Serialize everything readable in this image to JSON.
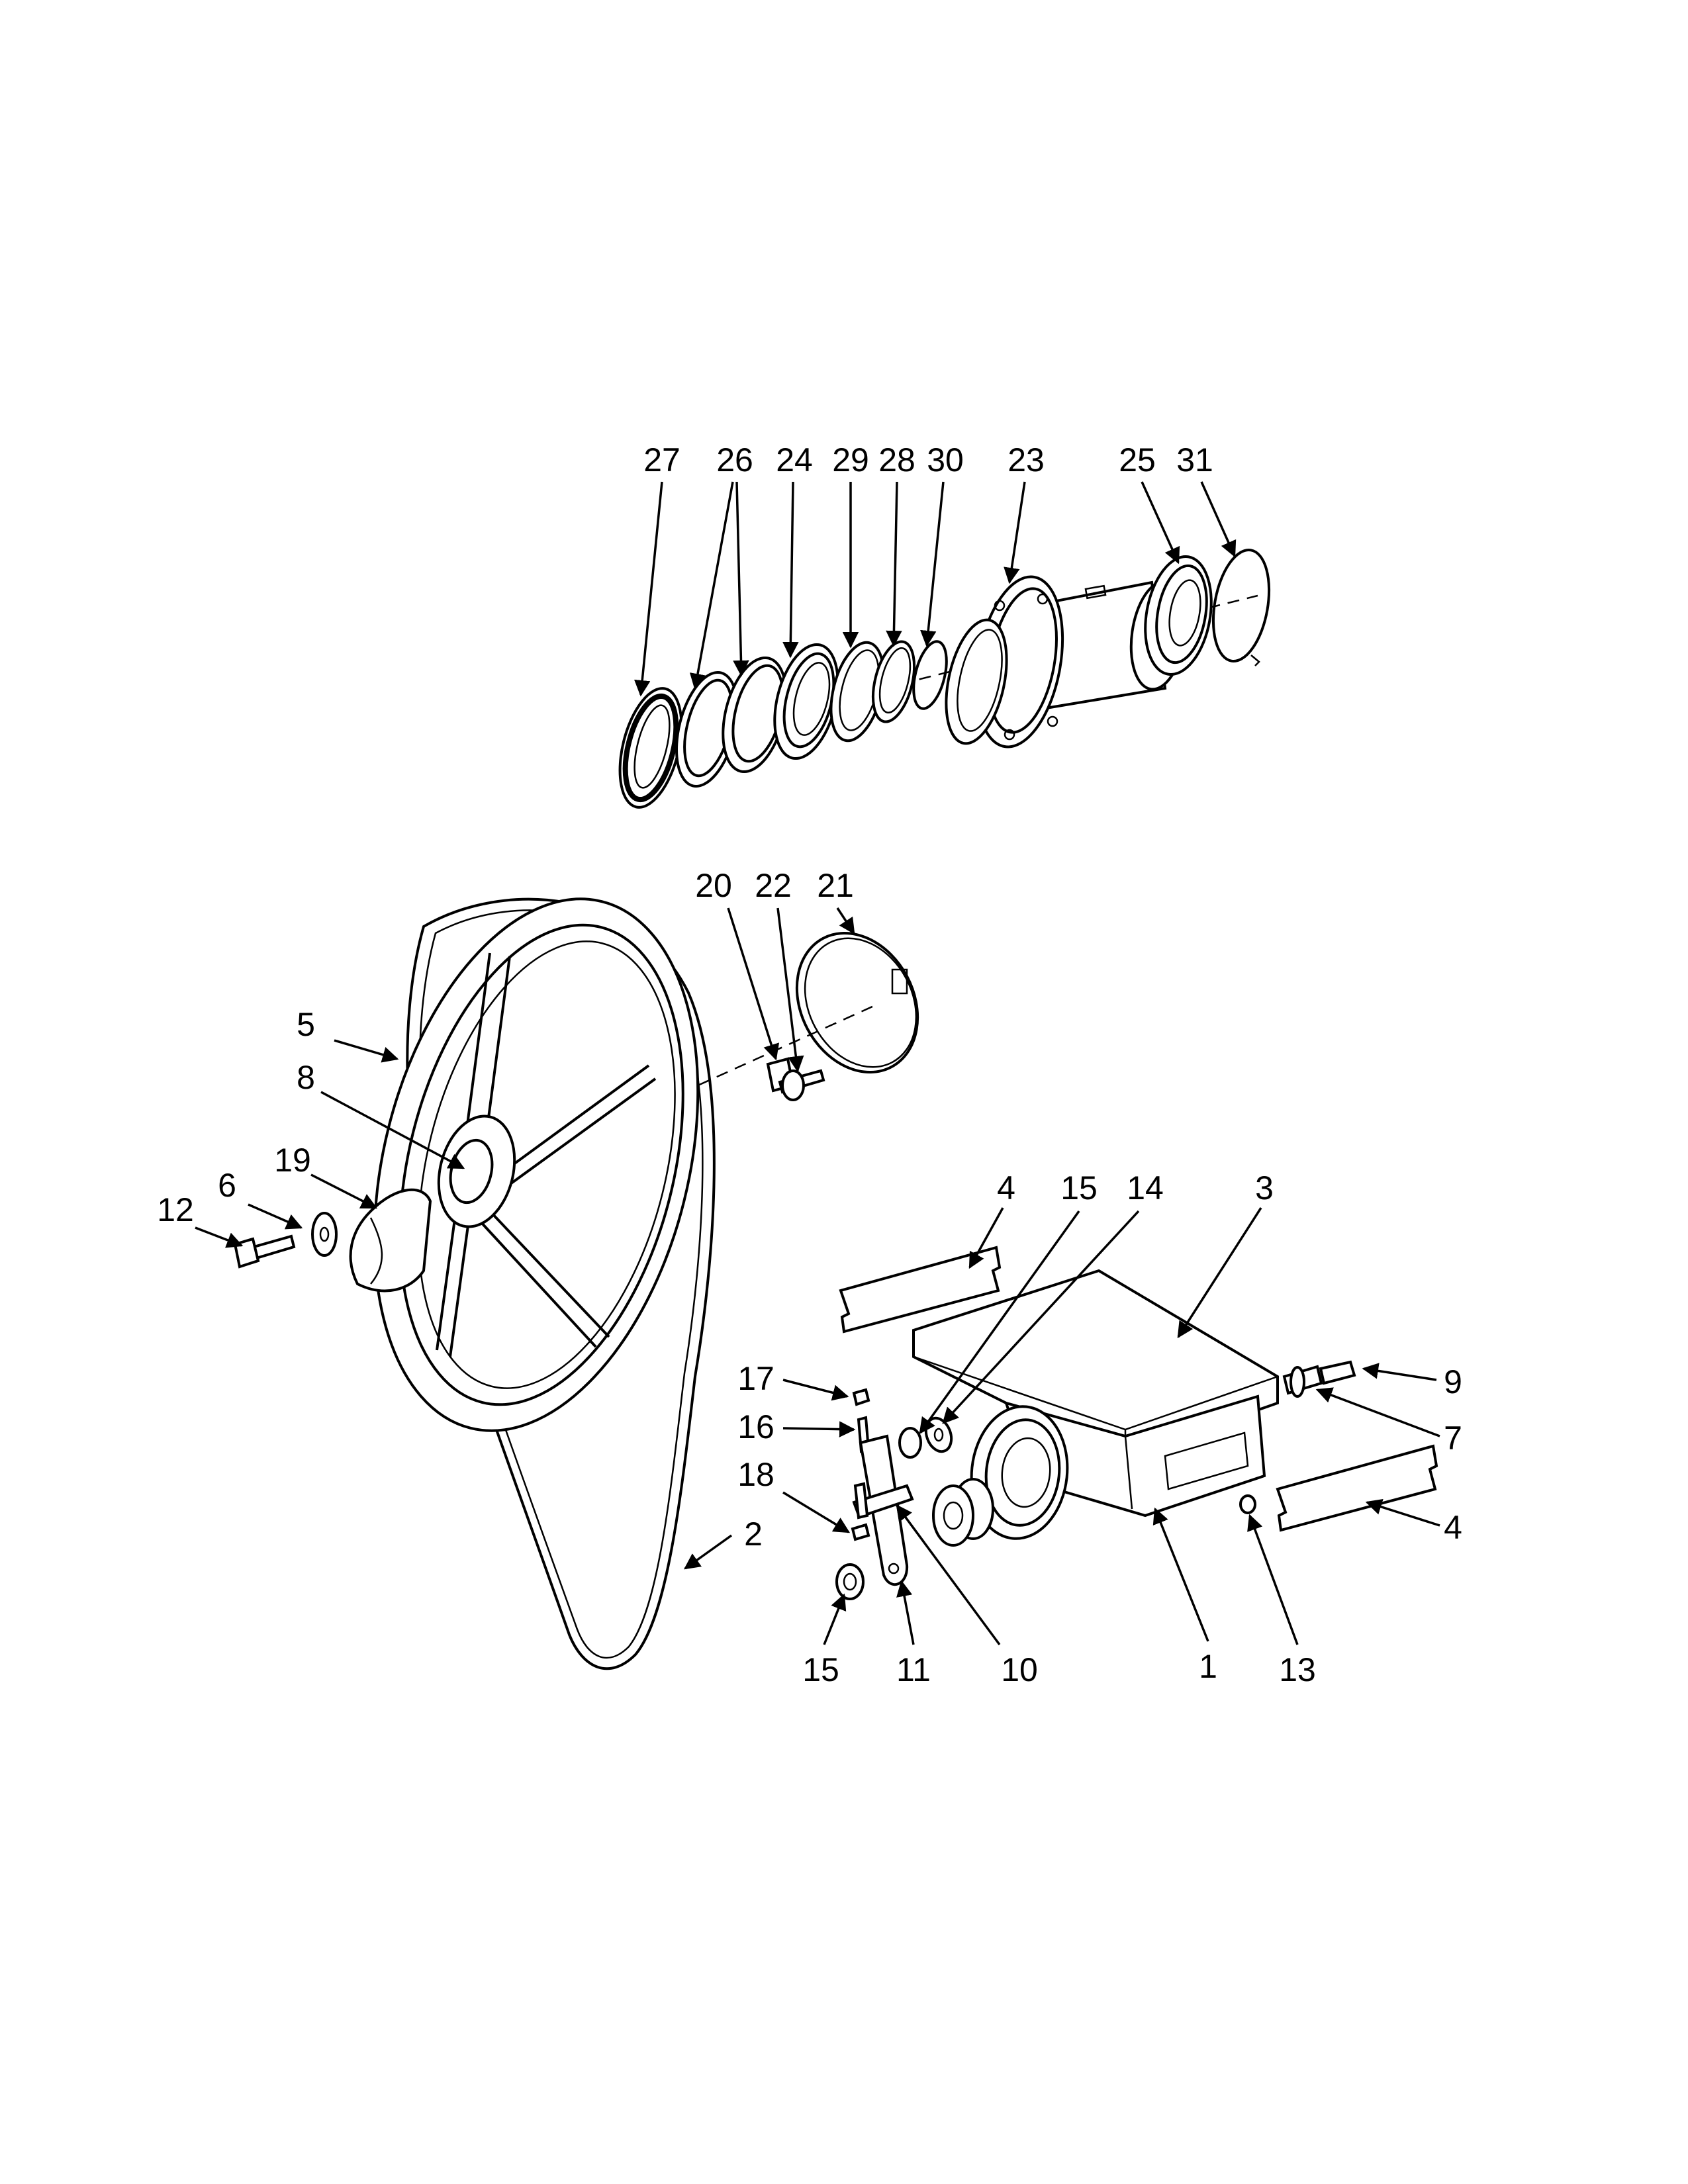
{
  "diagram": {
    "callouts": [
      {
        "id": "c27",
        "text": "27"
      },
      {
        "id": "c26",
        "text": "26"
      },
      {
        "id": "c24",
        "text": "24"
      },
      {
        "id": "c29",
        "text": "29"
      },
      {
        "id": "c28",
        "text": "28"
      },
      {
        "id": "c30",
        "text": "30"
      },
      {
        "id": "c23",
        "text": "23"
      },
      {
        "id": "c25",
        "text": "25"
      },
      {
        "id": "c31",
        "text": "31"
      },
      {
        "id": "c20",
        "text": "20"
      },
      {
        "id": "c22",
        "text": "22"
      },
      {
        "id": "c21",
        "text": "21"
      },
      {
        "id": "c5",
        "text": "5"
      },
      {
        "id": "c8",
        "text": "8"
      },
      {
        "id": "c19",
        "text": "19"
      },
      {
        "id": "c6",
        "text": "6"
      },
      {
        "id": "c12",
        "text": "12"
      },
      {
        "id": "c4a",
        "text": "4"
      },
      {
        "id": "c15a",
        "text": "15"
      },
      {
        "id": "c14",
        "text": "14"
      },
      {
        "id": "c3",
        "text": "3"
      },
      {
        "id": "c9",
        "text": "9"
      },
      {
        "id": "c7",
        "text": "7"
      },
      {
        "id": "c4b",
        "text": "4"
      },
      {
        "id": "c17",
        "text": "17"
      },
      {
        "id": "c16",
        "text": "16"
      },
      {
        "id": "c18",
        "text": "18"
      },
      {
        "id": "c2",
        "text": "2"
      },
      {
        "id": "c15b",
        "text": "15"
      },
      {
        "id": "c11",
        "text": "11"
      },
      {
        "id": "c10",
        "text": "10"
      },
      {
        "id": "c1",
        "text": "1"
      },
      {
        "id": "c13",
        "text": "13"
      }
    ]
  }
}
